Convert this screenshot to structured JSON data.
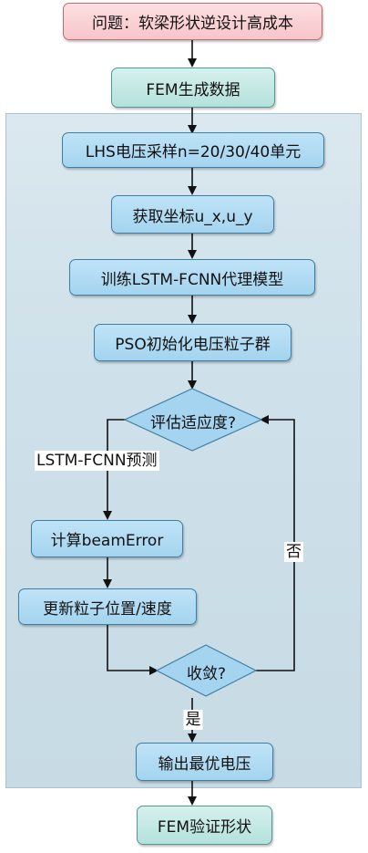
{
  "nodes": {
    "problem": "问题：软梁形状逆设计高成本",
    "fem_gen": "FEM生成数据",
    "lhs": "LHS电压采样n=20/30/40单元",
    "coords": "获取坐标u_x,u_y",
    "train": "训练LSTM-FCNN代理模型",
    "pso_init": "PSO初始化电压粒子群",
    "eval": "评估适应度?",
    "calc": "计算beamError",
    "update": "更新粒子位置/速度",
    "converge": "收敛?",
    "output": "输出最优电压",
    "fem_verify": "FEM验证形状"
  },
  "edge_labels": {
    "predict": "LSTM-FCNN预测",
    "no": "否",
    "yes": "是"
  },
  "colors": {
    "problem_fill": "#f6c5c9",
    "problem_border": "#c46a72",
    "fem_fill": "#b4e1dc",
    "step_fill": "#a4d4ef",
    "step_border": "#3f7fa6",
    "panel_fill": "#cfe1ea"
  }
}
